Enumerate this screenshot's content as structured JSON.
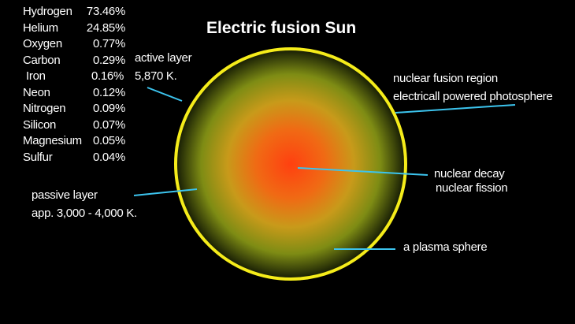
{
  "title": "Electric fusion Sun",
  "composition": [
    {
      "element": "Hydrogen",
      "percent": "73.46%"
    },
    {
      "element": "Helium",
      "percent": "24.85%"
    },
    {
      "element": "Oxygen",
      "percent": "0.77%"
    },
    {
      "element": "Carbon",
      "percent": "0.29%"
    },
    {
      "element": "Iron",
      "percent": "0.16%"
    },
    {
      "element": "Neon",
      "percent": "0.12%"
    },
    {
      "element": "Nitrogen",
      "percent": "0.09%"
    },
    {
      "element": "Silicon",
      "percent": "0.07%"
    },
    {
      "element": "Magnesium",
      "percent": "0.05%"
    },
    {
      "element": "Sulfur",
      "percent": "0.04%"
    }
  ],
  "labels": {
    "active_layer": "active layer",
    "active_temp": "5,870 K.",
    "passive_layer": "passive layer",
    "passive_temp": "app. 3,000 - 4,000 K.",
    "fusion_region": "nuclear fusion region",
    "photosphere": "electricall powered photosphere",
    "decay": "nuclear decay",
    "fission": "nuclear fission",
    "plasma": "a plasma sphere"
  },
  "colors": {
    "ring": "#f5ec1a",
    "leader": "#3cc4ee",
    "core": "#ff4a10",
    "mid": "#e09a18",
    "edge": "#5a6a10"
  }
}
